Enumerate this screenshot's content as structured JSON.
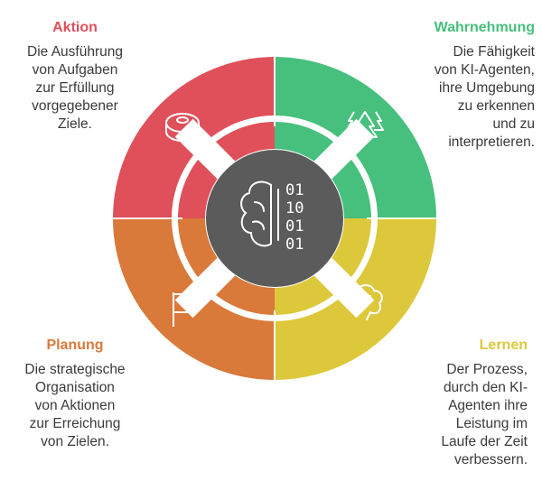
{
  "colors": {
    "aktion": "#E0505A",
    "wahrnehmung": "#46C07C",
    "lernen": "#DCC83A",
    "planung": "#D9793A",
    "center": "#5B5B5B",
    "text": "#3A3A3A"
  },
  "segments": [
    {
      "id": "aktion",
      "title": "Aktion",
      "description": "Die Ausführung\nvon Aufgaben\nzur Erfüllung\nvorgegebener\nZiele.",
      "icon": "robot-vacuum-icon"
    },
    {
      "id": "wahrnehmung",
      "title": "Wahrnehmung",
      "description": "Die Fähigkeit\nvon KI-Agenten,\nihre Umgebung\nzu erkennen\nund zu\ninterpretieren.",
      "icon": "trees-icon"
    },
    {
      "id": "lernen",
      "title": "Lernen",
      "description": "Der Prozess,\ndurch den KI-\nAgenten ihre\nLeistung im\nLaufe der Zeit\nverbessern.",
      "icon": "brain-icon"
    },
    {
      "id": "planung",
      "title": "Planung",
      "description": "Die strategische\nOrganisation\nvon Aktionen\nzur Erreichung\nvon Zielen.",
      "icon": "flag-icon"
    }
  ],
  "center": {
    "icon": "brain-binary-icon",
    "binary": [
      "01",
      "10",
      "01",
      "01"
    ]
  }
}
